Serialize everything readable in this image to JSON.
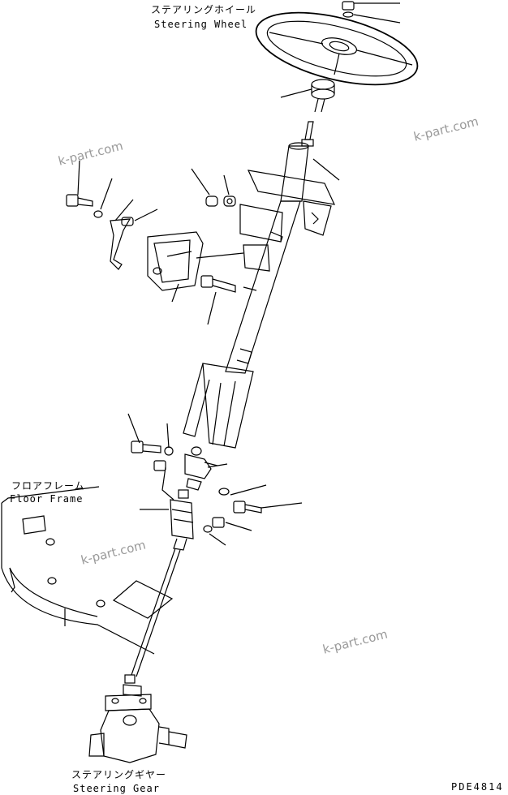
{
  "labels": {
    "steering_wheel_jp": "ステアリングホイール",
    "steering_wheel_en": "Steering Wheel",
    "floor_frame_jp": "フロアフレーム",
    "floor_frame_en": "Floor Frame",
    "steering_gear_jp": "ステアリングギヤー",
    "steering_gear_en": "Steering Gear"
  },
  "watermarks": [
    "k-part.com",
    "k-part.com",
    "k-part.com",
    "k-part.com"
  ],
  "drawing_code": "PDE4814"
}
